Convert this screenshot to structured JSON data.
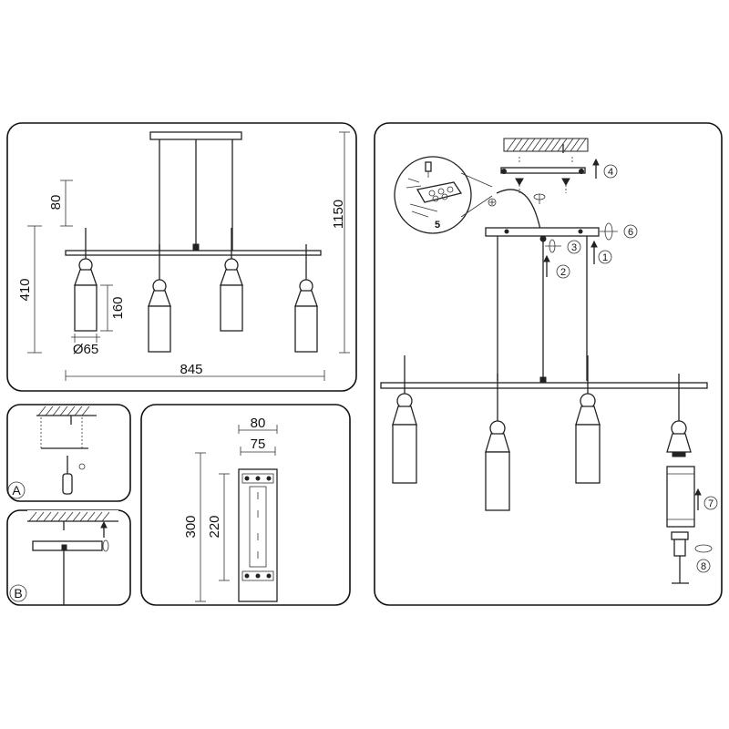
{
  "dimensions": {
    "overall_height": "1150",
    "canopy_height": "80",
    "bar_height": "410",
    "shade_height": "160",
    "shade_diameter": "Ø65",
    "overall_width": "845",
    "bracket_outer_width": "80",
    "bracket_inner_width": "75",
    "bracket_height": "300",
    "bracket_inner_height": "220"
  },
  "panels": {
    "a_label": "A",
    "b_label": "B"
  },
  "steps": {
    "s1": "1",
    "s2": "2",
    "s3": "3",
    "s4": "4",
    "s5": "5",
    "s6": "6",
    "s7": "7",
    "s8": "8"
  }
}
